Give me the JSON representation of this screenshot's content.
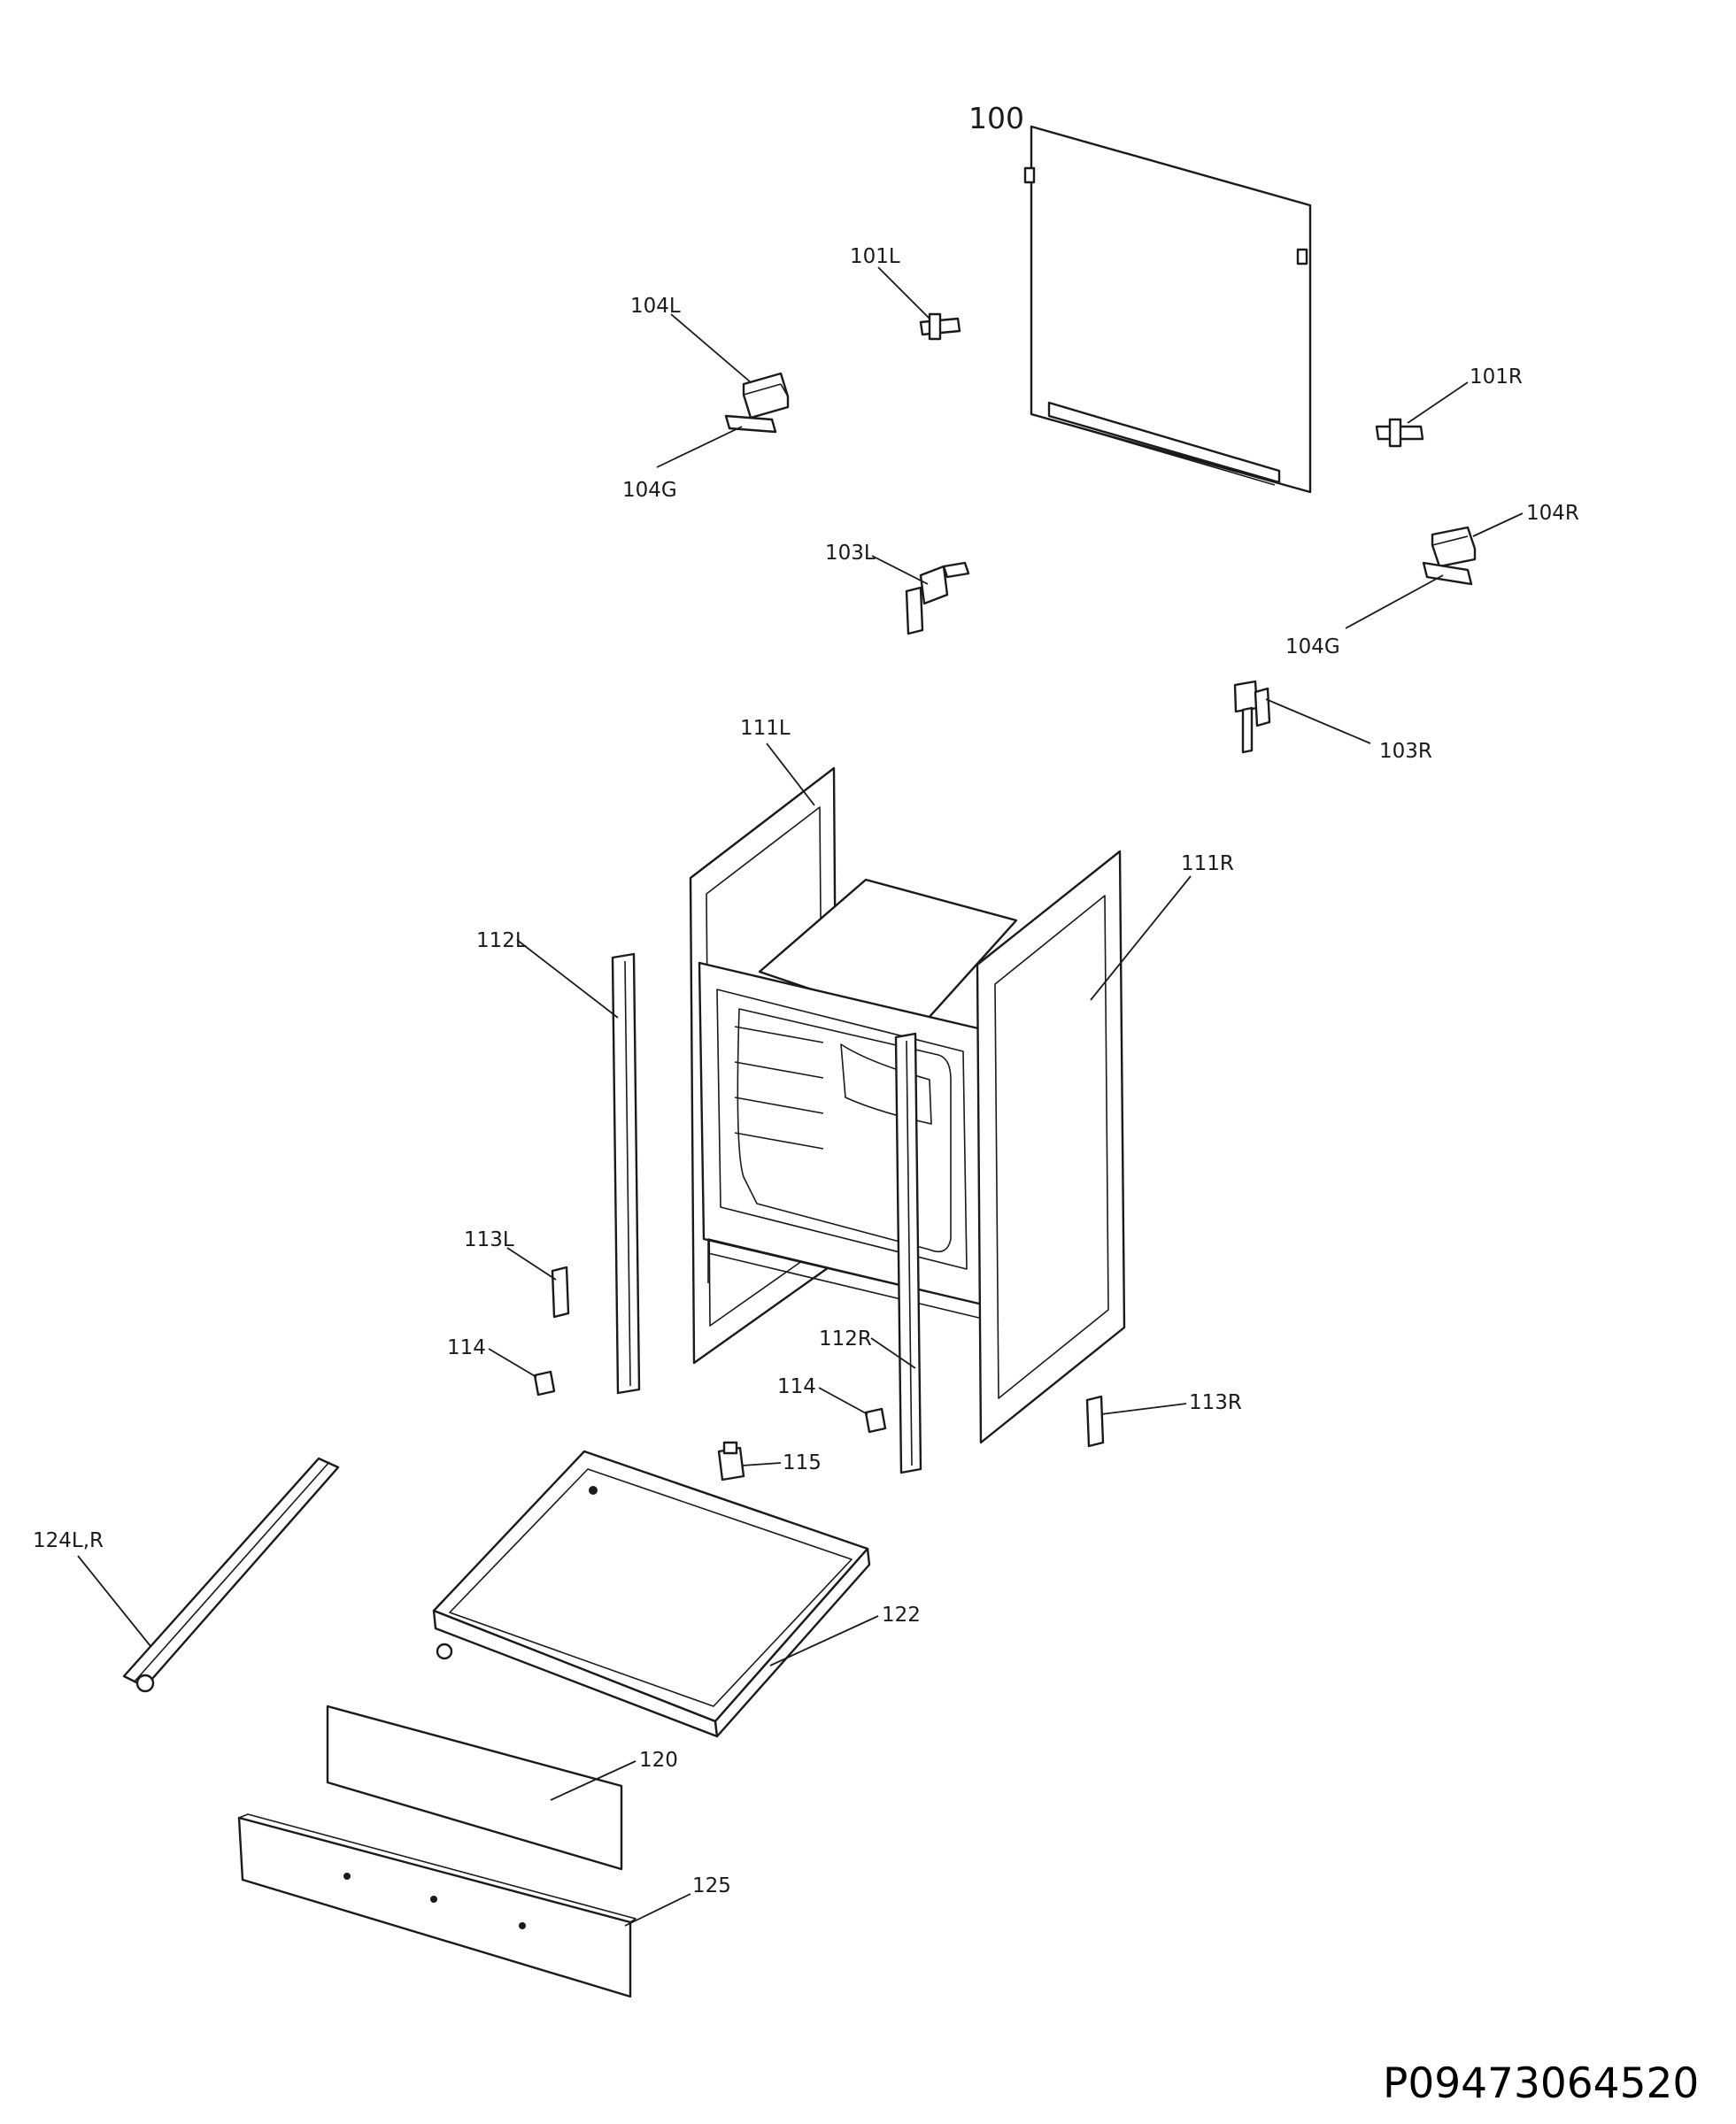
{
  "diagram": {
    "document_id": "P09473064520",
    "callouts": {
      "c100": "100",
      "c101L": "101L",
      "c101R": "101R",
      "c103L": "103L",
      "c103R": "103R",
      "c104L": "104L",
      "c104G_a": "104G",
      "c104R": "104R",
      "c104G_b": "104G",
      "c111L": "111L",
      "c111R": "111R",
      "c112L": "112L",
      "c112R": "112R",
      "c113L": "113L",
      "c113R": "113R",
      "c114_a": "114",
      "c114_b": "114",
      "c115": "115",
      "c120": "120",
      "c122": "122",
      "c124": "124L,R",
      "c125": "125"
    }
  }
}
